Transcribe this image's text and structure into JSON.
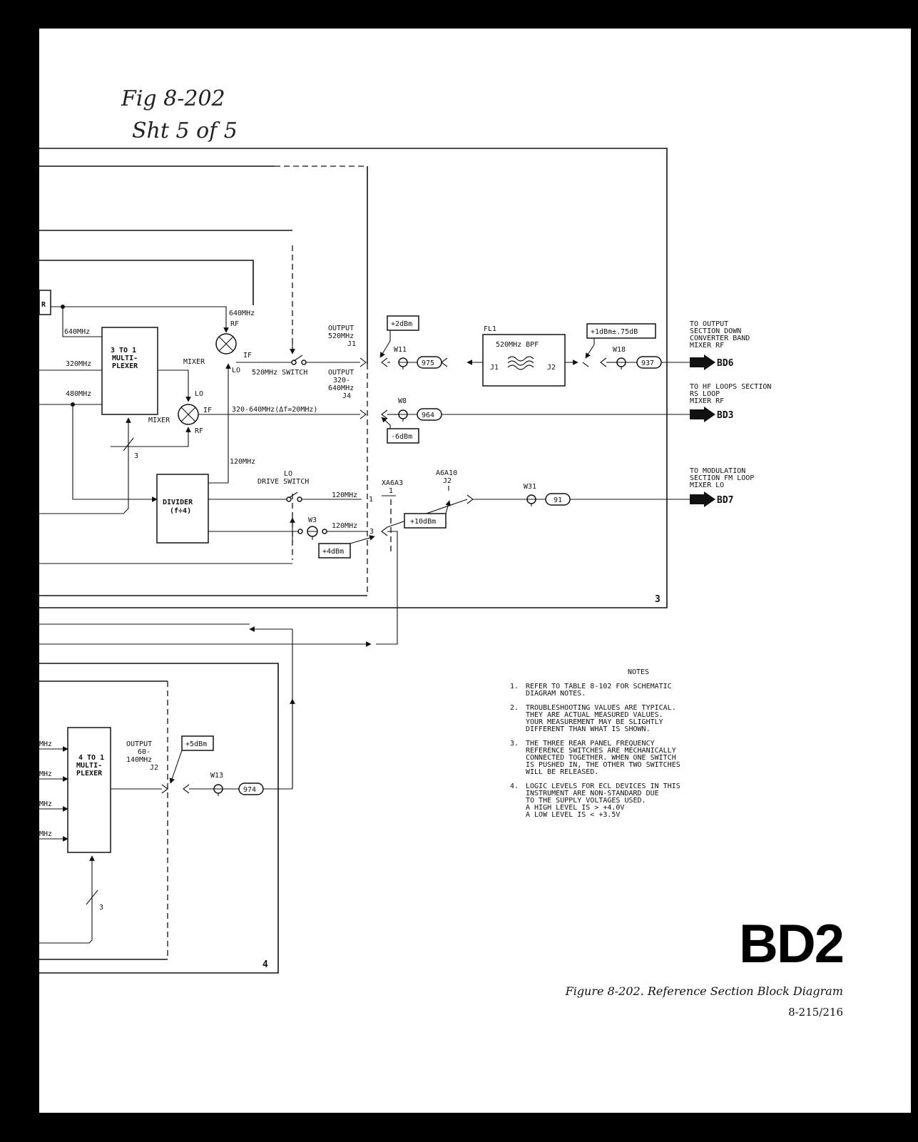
{
  "handwriting": {
    "line1": "Fig 8-202",
    "line2": "Sht 5 of 5"
  },
  "section3": {
    "number": "3",
    "labels": {
      "r_cut": "R",
      "f640_top": "640MHz",
      "f640_in": "640MHz",
      "f320_in": "320MHz",
      "f480_in": "480MHz",
      "mux3_l1": "3 TO 1",
      "mux3_l2": "MULTI-",
      "mux3_l3": "PLEXER",
      "mixer1": "MIXER",
      "mixer2": "MIXER",
      "rf": "RF",
      "if": "IF",
      "lo": "LO",
      "sw520": "520MHz SWITCH",
      "out520_l1": "OUTPUT",
      "out520_l2": "520MHz",
      "out520_l3": "J1",
      "out320_l1": "OUTPUT",
      "out320_l2": "320-",
      "out320_l3": "640MHz",
      "out320_l4": "J4",
      "f320_640": "320-640MHz(Δf=20MHz)",
      "bus3": "3",
      "f120_a": "120MHz",
      "lodrive_l1": "LO",
      "lodrive_l2": "DRIVE SWITCH",
      "div_l1": "DIVIDER",
      "div_l2": "(f÷4)",
      "f120_b": "120MHz",
      "f120_c": "120MHz",
      "pin1": "1",
      "pin3": "3",
      "xa6a3": "XA6A3",
      "a6a10_l1": "A6A10",
      "a6a10_l2": "J2",
      "xa_pin": "1",
      "w3": "W3",
      "w11": "W11",
      "w8": "W8",
      "w18": "W18",
      "w31": "W31",
      "c975": "975",
      "c964": "964",
      "c937": "937",
      "c91": "91",
      "fl1": "FL1",
      "bpf": "520MHz BPF",
      "j1": "J1",
      "j2": "J2",
      "tp_p2": "+2dBm",
      "tp_m6": "-6dBm",
      "tp_p1": "+1dBm±.75dB",
      "tp_p10": "+10dBm",
      "tp_p4": "+4dBm"
    },
    "destinations": [
      {
        "lines": [
          "TO OUTPUT",
          "SECTION DOWN",
          "CONVERTER BAND",
          "MIXER RF"
        ],
        "code": "BD6"
      },
      {
        "lines": [
          "TO HF LOOPS SECTION",
          "RS LOOP",
          "MIXER RF"
        ],
        "code": "BD3"
      },
      {
        "lines": [
          "TO MODULATION",
          "SECTION FM LOOP",
          "MIXER LO"
        ],
        "code": "BD7"
      }
    ]
  },
  "section4": {
    "number": "4",
    "labels": {
      "mhz1": "MHz",
      "mhz2": "MHz",
      "mhz3": "MHz",
      "mhz4": "MHz",
      "mux4_l1": "4 TO 1",
      "mux4_l2": "MULTI-",
      "mux4_l3": "PLEXER",
      "out_l1": "OUTPUT",
      "out_l2": "60-",
      "out_l3": "140MHz",
      "out_l4": "J2",
      "bus": "3",
      "w13": "W13",
      "c974": "974",
      "tp_p5": "+5dBm"
    }
  },
  "notes": {
    "title": "NOTES",
    "items": [
      {
        "num": "1.",
        "text": "REFER TO TABLE 8-102 FOR SCHEMATIC\nDIAGRAM NOTES."
      },
      {
        "num": "2.",
        "text": "TROUBLESHOOTING VALUES ARE TYPICAL.\nTHEY ARE ACTUAL MEASURED VALUES.\nYOUR MEASUREMENT MAY BE SLIGHTLY\nDIFFERENT THAN WHAT IS SHOWN."
      },
      {
        "num": "3.",
        "text": "THE THREE REAR PANEL FREQUENCY\nREFERENCE SWITCHES ARE MECHANICALLY\nCONNECTED TOGETHER. WHEN ONE SWITCH\nIS PUSHED IN, THE OTHER TWO SWITCHES\nWILL BE RELEASED."
      },
      {
        "num": "4.",
        "text": "LOGIC LEVELS FOR ECL DEVICES IN THIS\nINSTRUMENT ARE NON-STANDARD DUE\nTO THE SUPPLY VOLTAGES USED.\nA HIGH LEVEL IS > +4.0V\nA LOW LEVEL IS < +3.5V"
      }
    ]
  },
  "diagram_code": "BD2",
  "caption": "Figure 8-202. Reference Section Block Diagram",
  "page_number": "8-215/216"
}
